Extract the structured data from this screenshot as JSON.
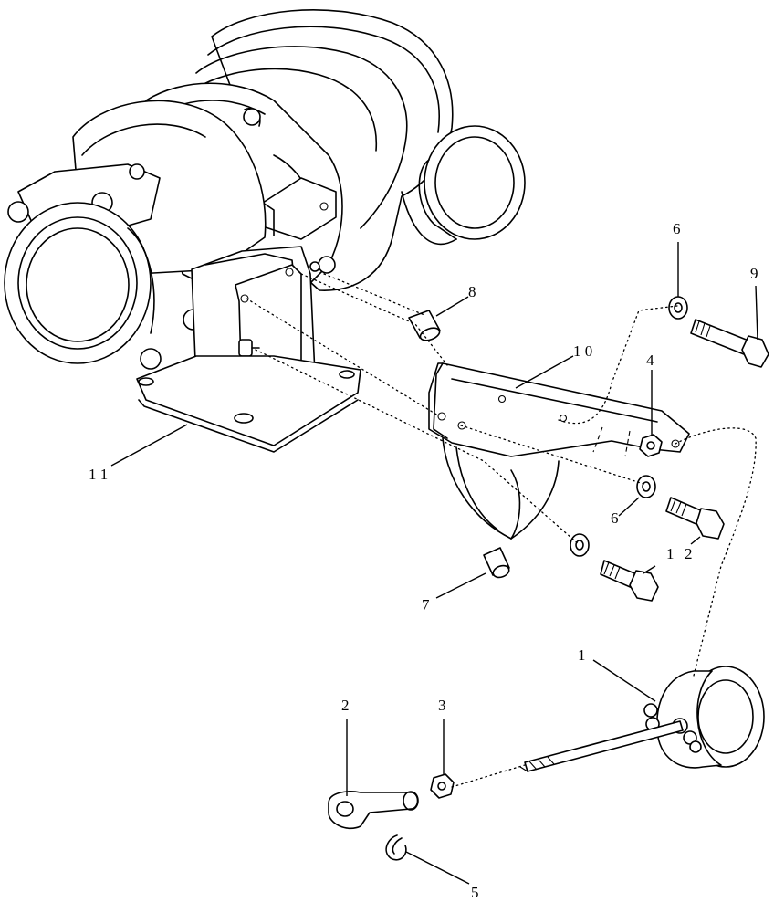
{
  "callouts": [
    {
      "id": "c11",
      "text": "1 1"
    },
    {
      "id": "c10",
      "text": "1 0"
    },
    {
      "id": "c9",
      "text": "9"
    },
    {
      "id": "c8",
      "text": "8"
    },
    {
      "id": "c7",
      "text": "7"
    },
    {
      "id": "c6a",
      "text": "6"
    },
    {
      "id": "c6b",
      "text": "6"
    },
    {
      "id": "c5",
      "text": "5"
    },
    {
      "id": "c4",
      "text": "4"
    },
    {
      "id": "c3",
      "text": "3"
    },
    {
      "id": "c2a",
      "text": "2"
    },
    {
      "id": "c2b",
      "text": "2"
    },
    {
      "id": "c1a",
      "text": "1"
    },
    {
      "id": "c1b",
      "text": "1"
    }
  ]
}
